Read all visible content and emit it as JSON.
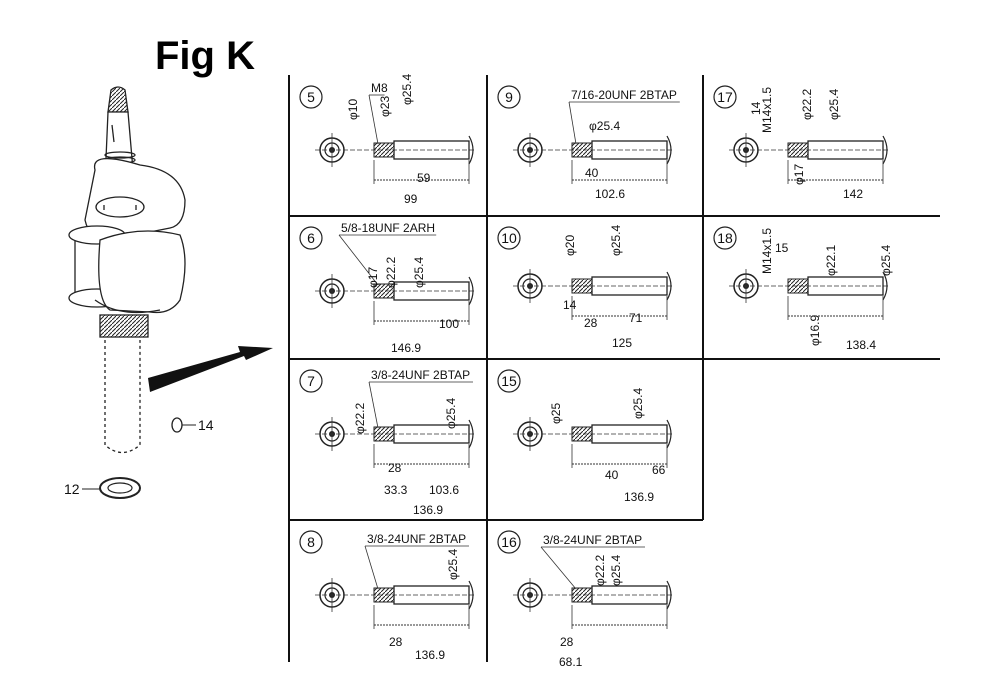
{
  "figure": {
    "title": "Fig K",
    "callouts": [
      {
        "number": "14",
        "part": "o-ring"
      },
      {
        "number": "12",
        "part": "washer"
      }
    ]
  },
  "panels": [
    {
      "id": "5",
      "thread": "M8",
      "dims": [
        "φ10",
        "φ23",
        "φ25.4",
        "59",
        "99"
      ]
    },
    {
      "id": "9",
      "thread": "7/16-20UNF 2BTAP",
      "dims": [
        "φ25.4",
        "40",
        "102.6"
      ]
    },
    {
      "id": "17",
      "thread": "M14x1.5",
      "dims": [
        "14",
        "φ22.2",
        "φ25.4",
        "φ17",
        "142"
      ]
    },
    {
      "id": "6",
      "thread": "5/8-18UNF 2ARH",
      "dims": [
        "φ17",
        "φ22.2",
        "φ25.4",
        "100",
        "146.9"
      ]
    },
    {
      "id": "10",
      "thread": "",
      "dims": [
        "φ20",
        "φ25.4",
        "14",
        "28",
        "71",
        "125"
      ]
    },
    {
      "id": "18",
      "thread": "M14x1.5",
      "dims": [
        "15",
        "φ22.1",
        "φ25.4",
        "φ16.9",
        "138.4"
      ]
    },
    {
      "id": "7",
      "thread": "3/8-24UNF 2BTAP",
      "dims": [
        "φ22.2",
        "φ25.4",
        "28",
        "33.3",
        "103.6",
        "136.9"
      ]
    },
    {
      "id": "15",
      "thread": "",
      "dims": [
        "φ25",
        "φ25.4",
        "40",
        "66",
        "136.9"
      ]
    },
    {
      "id": "8",
      "thread": "3/8-24UNF 2BTAP",
      "dims": [
        "φ25.4",
        "28",
        "136.9"
      ]
    },
    {
      "id": "16",
      "thread": "3/8-24UNF 2BTAP",
      "dims": [
        "φ22.2",
        "φ25.4",
        "28",
        "68.1"
      ]
    }
  ]
}
